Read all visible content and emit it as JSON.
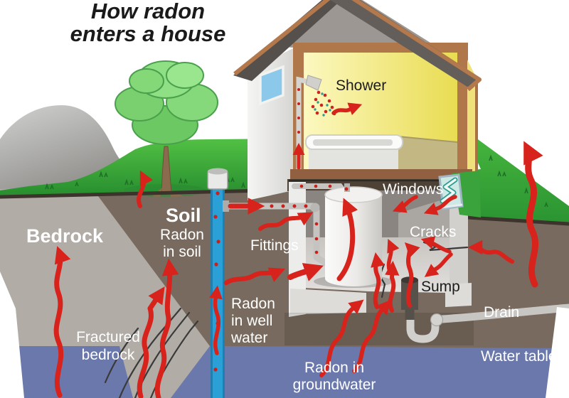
{
  "diagram": {
    "title_line1": "How radon",
    "title_line2": "enters a house",
    "labels": {
      "bedrock": "Bedrock",
      "soil": "Soil",
      "radon_in_soil_l1": "Radon",
      "radon_in_soil_l2": "in soil",
      "fittings": "Fittings",
      "radon_well_l1": "Radon",
      "radon_well_l2": "in well",
      "radon_well_l3": "water",
      "fractured_l1": "Fractured",
      "fractured_l2": "bedrock",
      "radon_gw_l1": "Radon in",
      "radon_gw_l2": "groundwater",
      "water_table": "Water table",
      "drain": "Drain",
      "sump": "Sump",
      "cracks": "Cracks",
      "windows": "Windows",
      "shower": "Shower"
    },
    "colors": {
      "radon_arrow": "#d7231c",
      "soil": "#786a5e",
      "bedrock": "#b1aca6",
      "groundwater": "#6b78ab",
      "grass": "#3fae3c",
      "well_pipe": "#2aa0d6",
      "roof": "#55504c",
      "wood_trim": "#b3784b",
      "interior_wall": "#efe27a"
    }
  }
}
